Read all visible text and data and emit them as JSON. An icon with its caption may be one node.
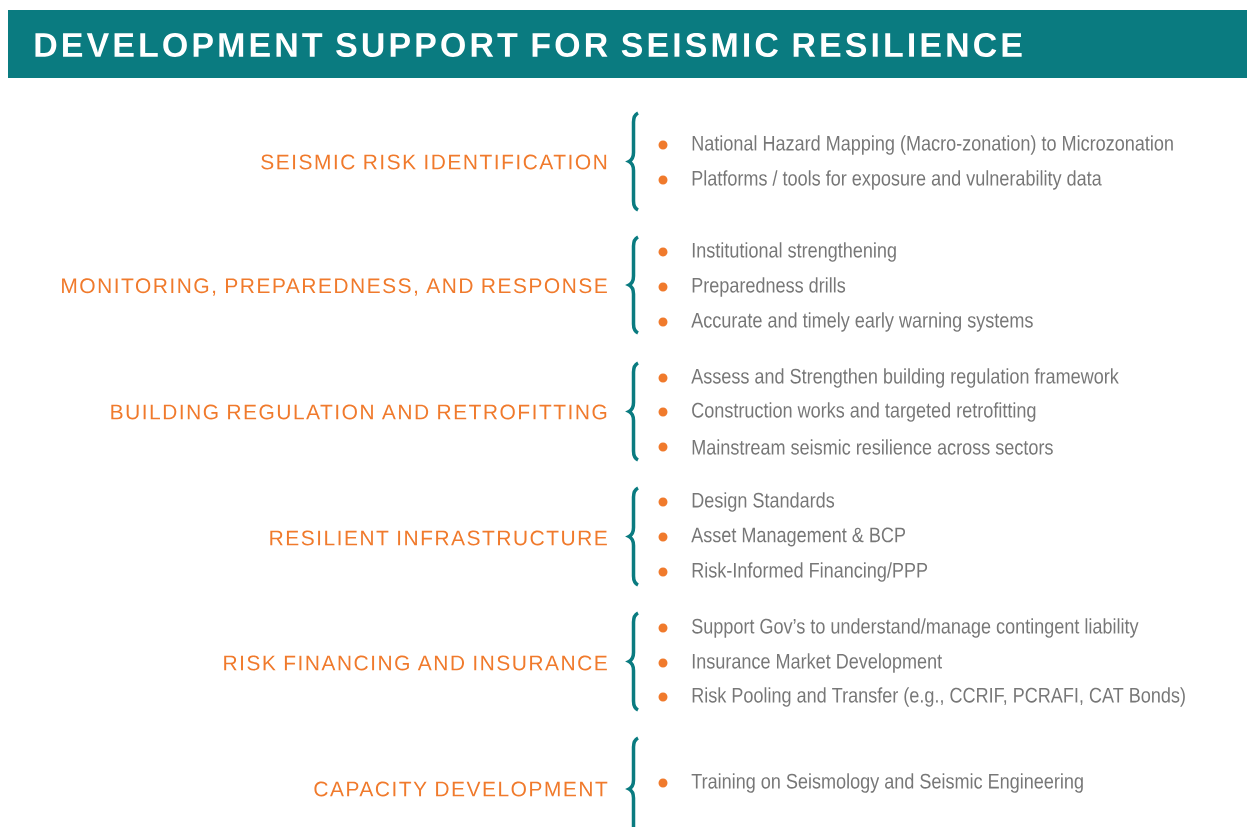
{
  "diagram": {
    "title": "DEVELOPMENT SUPPORT FOR SEISMIC RESILIENCE",
    "labels": [
      "SEISMIC RISK IDENTIFICATION",
      "National Hazard Mapping (Macro-zonation) to Microzonation",
      "Platforms / tools for exposure and vulnerability data",
      "MONITORING, PREPAREDNESS, AND RESPONSE",
      "Institutional strengthening",
      "Preparedness drills",
      "Accurate and timely early warning systems",
      "BUILDING REGULATION AND RETROFITTING",
      "Assess and Strengthen building regulation framework",
      "Construction works and targeted retrofitting",
      "Mainstream seismic resilience across sectors",
      "RESILIENT INFRASTRUCTURE",
      "Design Standards",
      "Asset Management & BCP",
      "Risk-Informed Financing/PPP",
      "RISK FINANCING AND INSURANCE",
      "Support Gov’s to understand/manage contingent liability",
      "Insurance Market Development",
      "Risk Pooling and Transfer (e.g., CCRIF, PCRAFI, CAT Bonds)",
      "CAPACITY DEVELOPMENT",
      "Training on Seismology and Seismic Engineering"
    ]
  }
}
